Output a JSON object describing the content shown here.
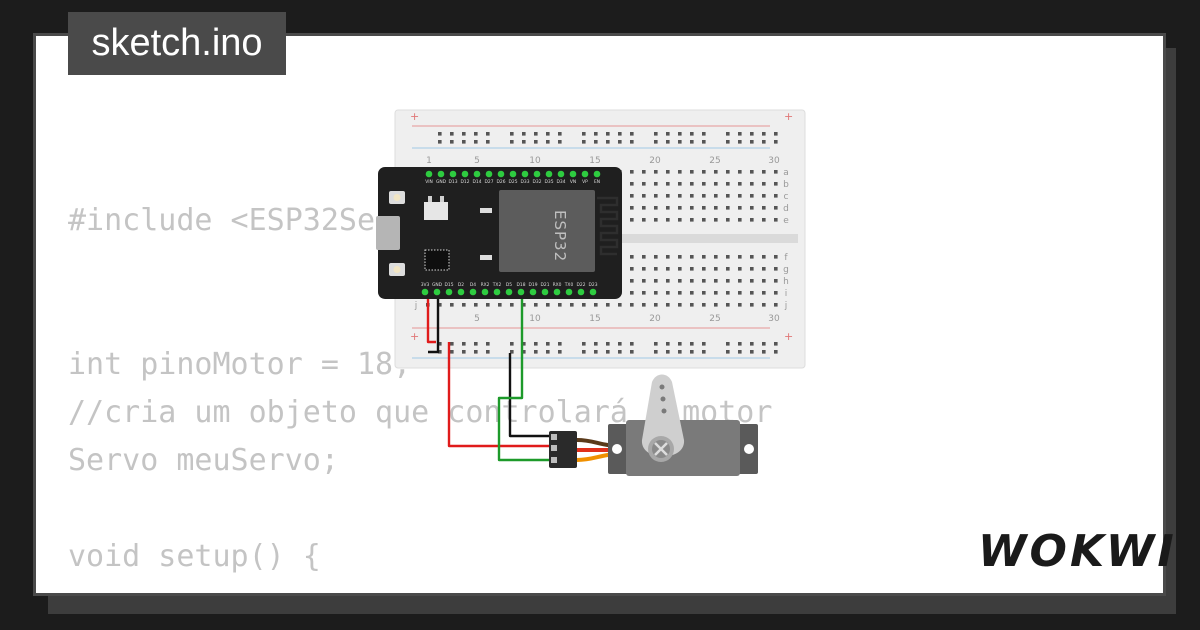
{
  "title": "sketch.ino",
  "code_lines": [
    "#include <ESP32Servo.h>",
    "",
    "",
    "int pinoMotor = 18;",
    "//cria um objeto que controlará o motor",
    "Servo meuServo;",
    "",
    "void setup() {"
  ],
  "breadboard": {
    "column_numbers": [
      "1",
      "5",
      "10",
      "15",
      "20",
      "25",
      "30"
    ],
    "rows_top": [
      "a",
      "b",
      "c",
      "d",
      "e"
    ],
    "rows_bottom": [
      "f",
      "g",
      "h",
      "i",
      "j"
    ],
    "plus_sign": "+"
  },
  "esp32": {
    "chip_label": "ESP32",
    "top_pins": [
      "VIN",
      "GND",
      "D13",
      "D12",
      "D14",
      "D27",
      "D26",
      "D25",
      "D33",
      "D32",
      "D35",
      "D34",
      "VN",
      "VP",
      "EN"
    ],
    "bottom_pins": [
      "3V3",
      "GND",
      "D15",
      "D2",
      "D4",
      "RX2",
      "TX2",
      "D5",
      "D18",
      "D19",
      "D21",
      "RX0",
      "TX0",
      "D22",
      "D23"
    ]
  },
  "brand": "WOKWI",
  "colors": {
    "background": "#1c1c1c",
    "code_text": "#c4c4c4",
    "wire_red": "#e01b1b",
    "wire_black": "#111111",
    "wire_green": "#1d9a2a",
    "pin_green": "#2ecc40",
    "board": "#1f1f1f",
    "servo_body": "#7a7a7a"
  }
}
